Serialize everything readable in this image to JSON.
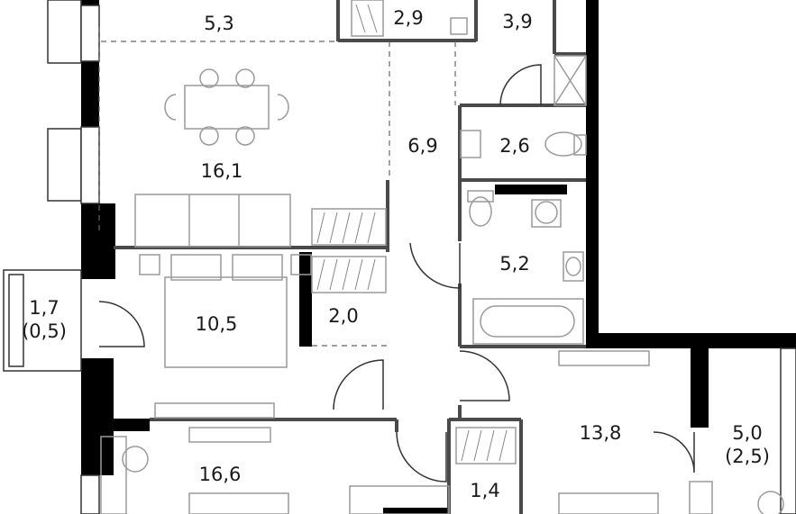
{
  "rooms": [
    {
      "id": "hall-5-3",
      "area": "5,3",
      "sub": ""
    },
    {
      "id": "wc-2-9",
      "area": "2,9",
      "sub": ""
    },
    {
      "id": "corridor-3-9",
      "area": "3,9",
      "sub": ""
    },
    {
      "id": "living-16-1",
      "area": "16,1",
      "sub": ""
    },
    {
      "id": "hall-6-9",
      "area": "6,9",
      "sub": ""
    },
    {
      "id": "bath-2-6",
      "area": "2,6",
      "sub": ""
    },
    {
      "id": "bath-5-2",
      "area": "5,2",
      "sub": ""
    },
    {
      "id": "balcony-1-7",
      "area": "1,7",
      "sub": "(0,5)"
    },
    {
      "id": "bedroom-10-5",
      "area": "10,5",
      "sub": ""
    },
    {
      "id": "closet-2-0",
      "area": "2,0",
      "sub": ""
    },
    {
      "id": "bedroom-13-8",
      "area": "13,8",
      "sub": ""
    },
    {
      "id": "balcony-5-0",
      "area": "5,0",
      "sub": "(2,5)"
    },
    {
      "id": "bedroom-16-6",
      "area": "16,6",
      "sub": ""
    },
    {
      "id": "closet-1-4",
      "area": "1,4",
      "sub": ""
    }
  ]
}
